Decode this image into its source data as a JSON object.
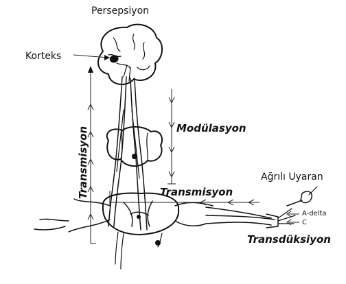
{
  "labels": {
    "perception": "Persepsiyon",
    "cortex": "Korteks",
    "modulation": "Modülasyon",
    "transmission_vertical": "Transmisyon",
    "transmission_horizontal": "Transmisyon",
    "noxious_stimulus": "Ağrılı Uyaran",
    "a_delta": "A-delta",
    "c_fiber": "C",
    "transduction": "Transdüksiyon"
  }
}
